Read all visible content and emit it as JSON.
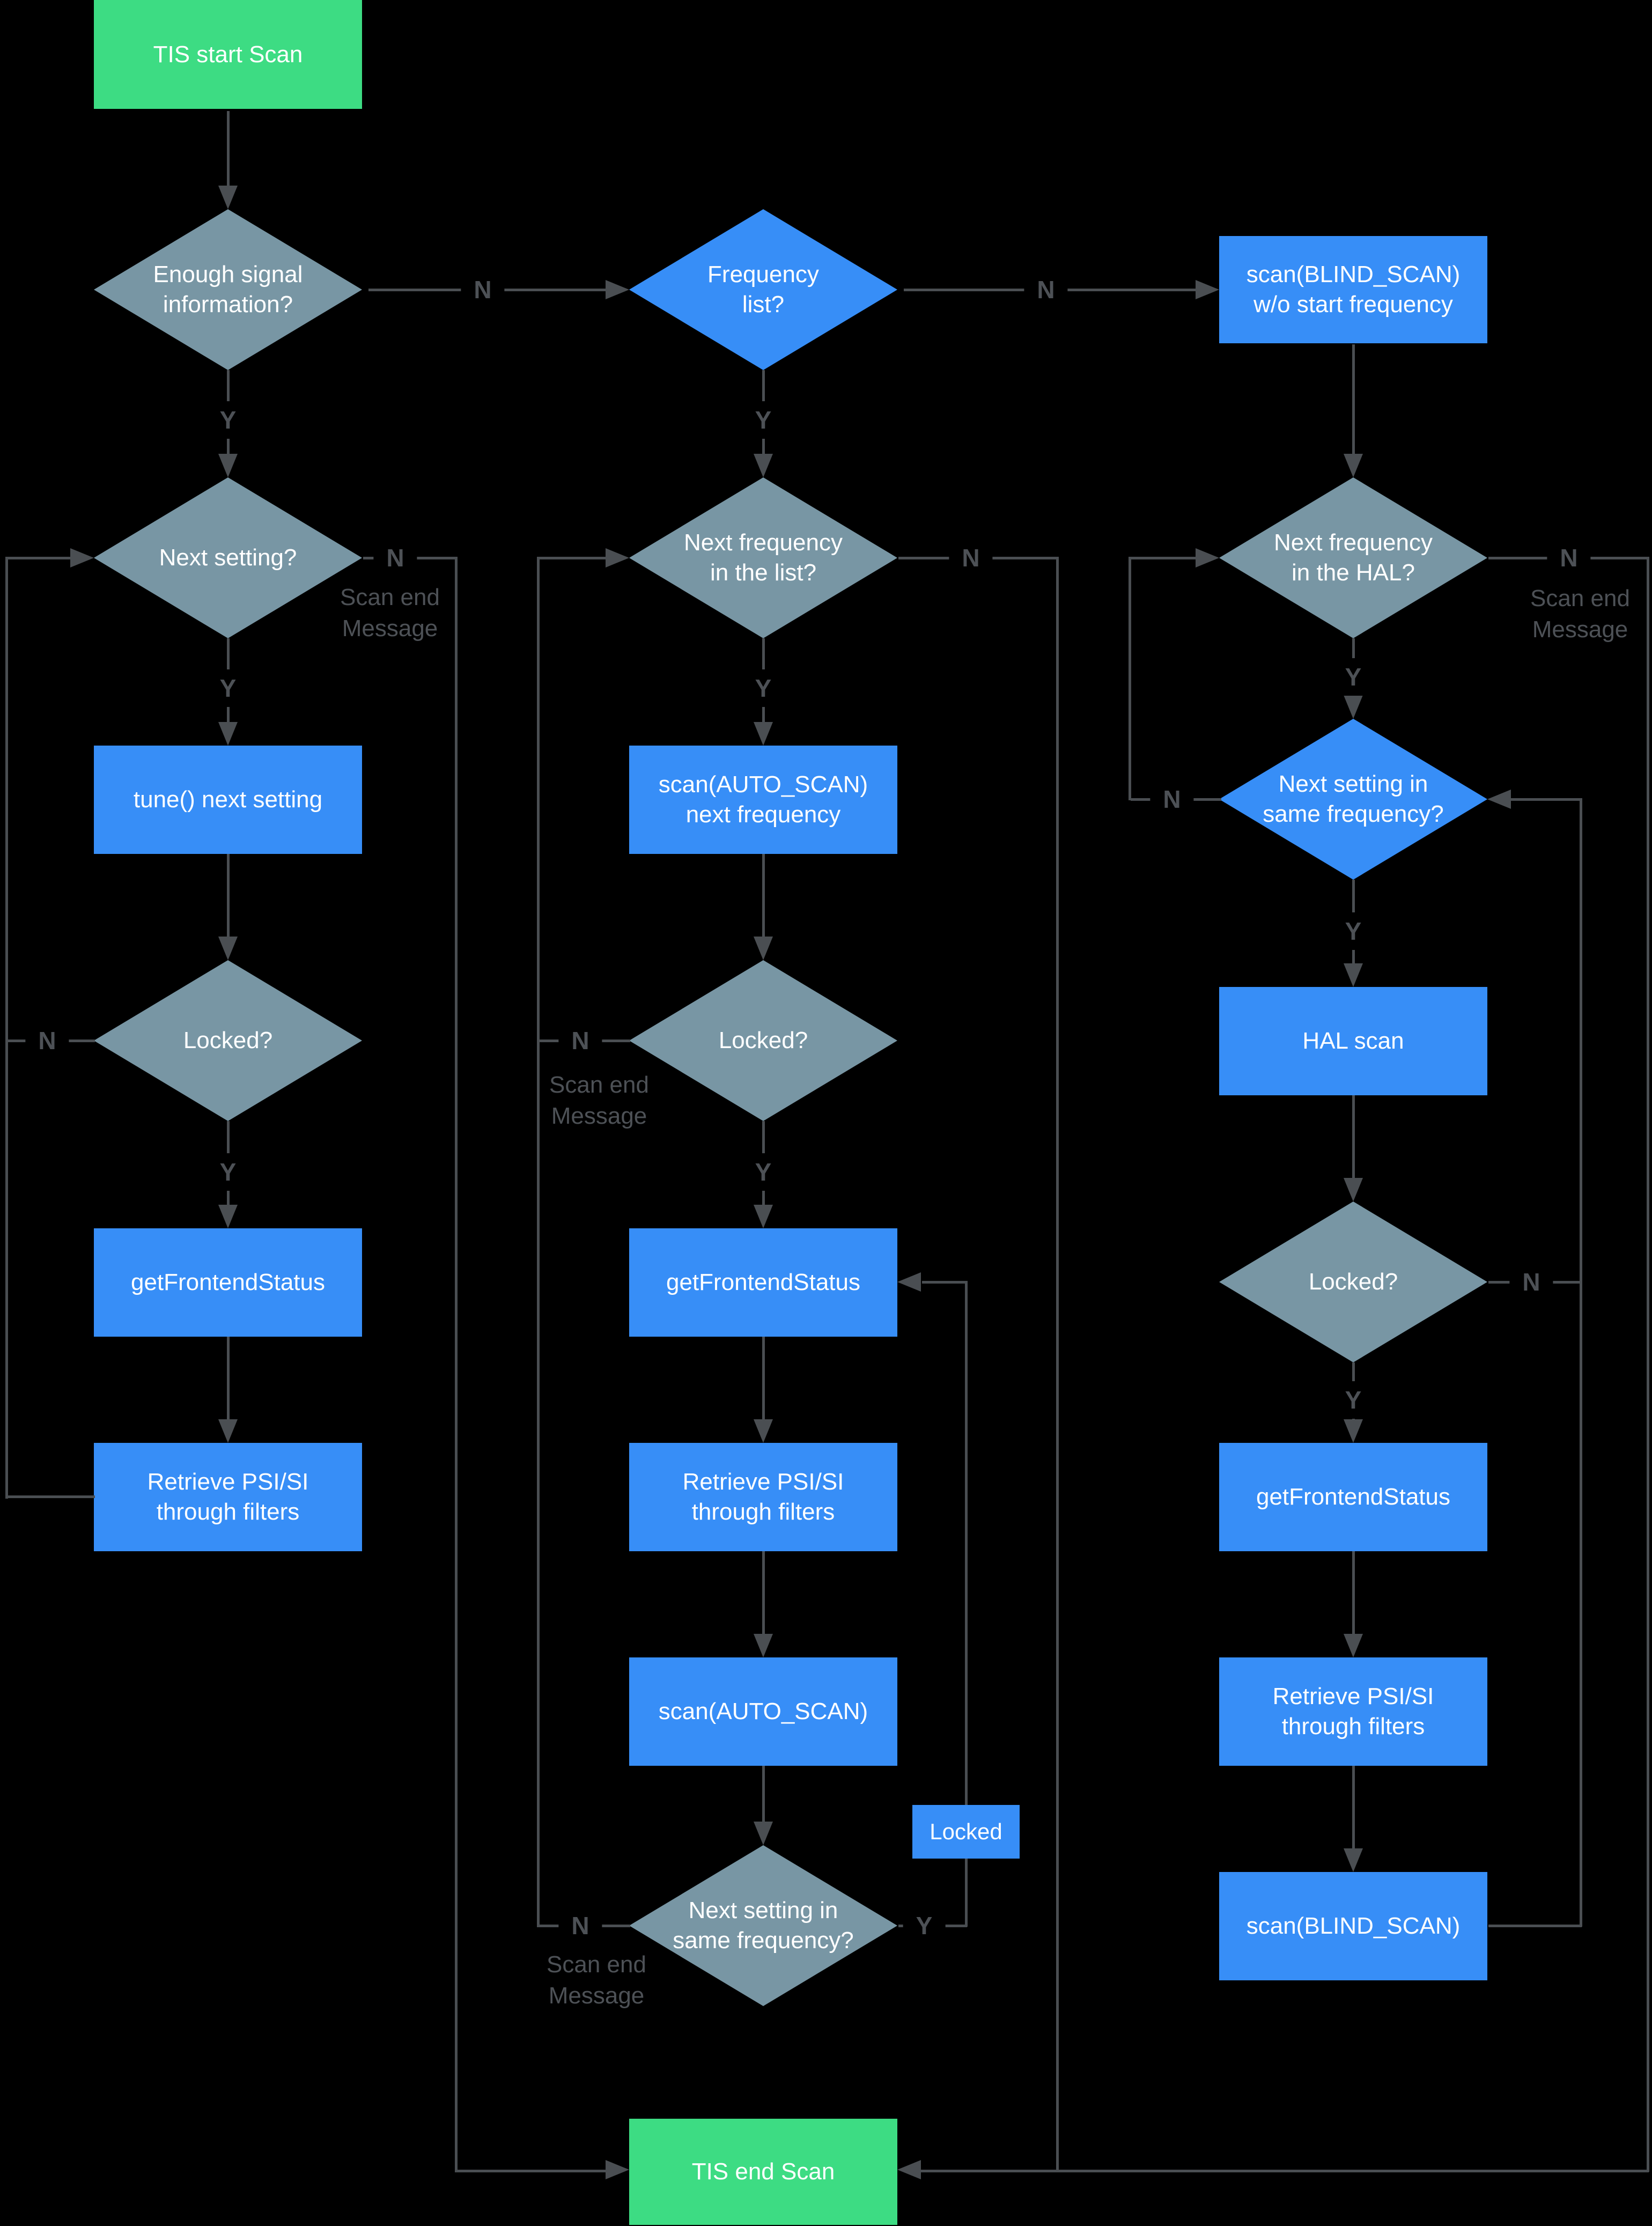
{
  "colors": {
    "background": "#000000",
    "start_end_green": "#3ddc83",
    "process_blue": "#378ef7",
    "decision_slate": "#7896a4",
    "line_gray": "#4a4e52",
    "branch_label_gray": "#4d5156",
    "node_text": "#ffffff"
  },
  "labels": {
    "yes": "Y",
    "no": "N",
    "scan_end": "Scan end Message",
    "locked_tag": "Locked"
  },
  "nodes": {
    "tis_start": {
      "label": "TIS start Scan",
      "type": "start"
    },
    "enough_signal": {
      "label": "Enough signal information?",
      "type": "decision"
    },
    "frequency_list": {
      "label": "Frequency list?",
      "type": "decision"
    },
    "blind_scan_wo_freq": {
      "label": "scan(BLIND_SCAN) w/o start frequency",
      "type": "process"
    },
    "next_setting": {
      "label": "Next setting?",
      "type": "decision"
    },
    "next_freq_list": {
      "label": "Next frequency in the list?",
      "type": "decision"
    },
    "next_freq_hal": {
      "label": "Next frequency in the HAL?",
      "type": "decision"
    },
    "tune_next_setting": {
      "label": "tune() next setting",
      "type": "process"
    },
    "auto_scan_next_freq": {
      "label": "scan(AUTO_SCAN) next frequency",
      "type": "process"
    },
    "next_setting_same_freq_hal": {
      "label": "Next setting in same frequency?",
      "type": "decision"
    },
    "locked_left": {
      "label": "Locked?",
      "type": "decision"
    },
    "locked_mid": {
      "label": "Locked?",
      "type": "decision"
    },
    "hal_scan": {
      "label": "HAL scan",
      "type": "process"
    },
    "get_frontend_status_left": {
      "label": "getFrontendStatus",
      "type": "process"
    },
    "get_frontend_status_mid": {
      "label": "getFrontendStatus",
      "type": "process"
    },
    "locked_right": {
      "label": "Locked?",
      "type": "decision"
    },
    "retrieve_psi_left": {
      "label": "Retrieve PSI/SI through filters",
      "type": "process"
    },
    "retrieve_psi_mid": {
      "label": "Retrieve PSI/SI through filters",
      "type": "process"
    },
    "get_frontend_status_right": {
      "label": "getFrontendStatus",
      "type": "process"
    },
    "auto_scan": {
      "label": "scan(AUTO_SCAN)",
      "type": "process"
    },
    "retrieve_psi_right": {
      "label": "Retrieve PSI/SI through filters",
      "type": "process"
    },
    "next_setting_same_freq_mid": {
      "label": "Next setting in same frequency?",
      "type": "decision"
    },
    "blind_scan": {
      "label": "scan(BLIND_SCAN)",
      "type": "process"
    },
    "tis_end": {
      "label": "TIS end Scan",
      "type": "end"
    }
  }
}
